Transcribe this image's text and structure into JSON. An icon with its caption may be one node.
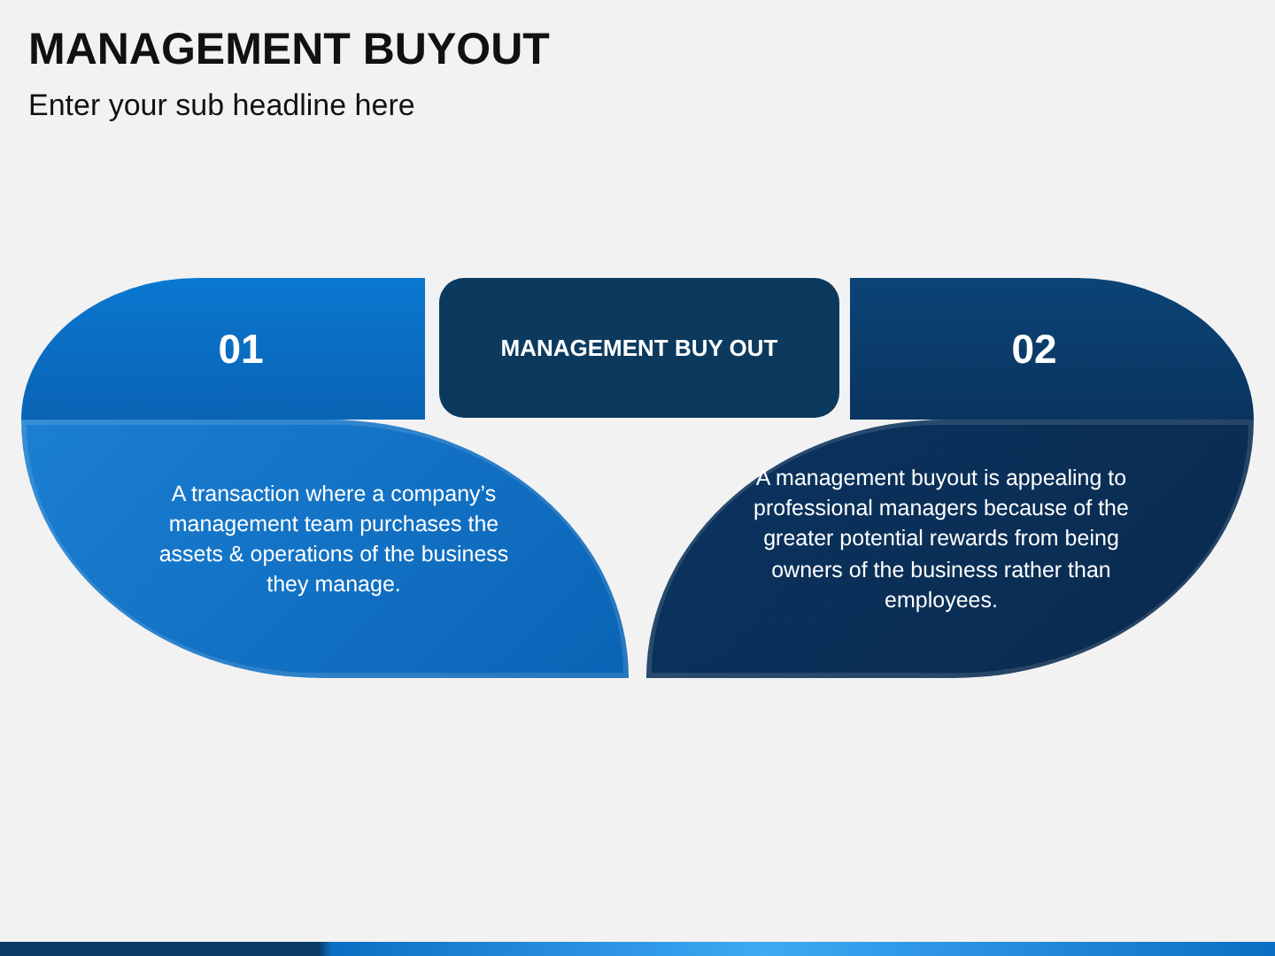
{
  "diagram": {
    "title": "MANAGEMENT BUYOUT",
    "nodes": [
      {
        "text": [
          "01"
        ]
      },
      {
        "text": [
          "MANAGEMENT BUY OUT"
        ]
      },
      {
        "text": [
          "02"
        ]
      },
      {
        "text": [
          "A transaction where a company’s management team purchases the assets & operations of the business they manage."
        ]
      },
      {
        "text": [
          "A management buyout is appealing to professional managers because of the greater potential rewards from being owners of the business rather than employees."
        ]
      }
    ],
    "labels": [
      "Enter your sub headline here"
    ]
  }
}
